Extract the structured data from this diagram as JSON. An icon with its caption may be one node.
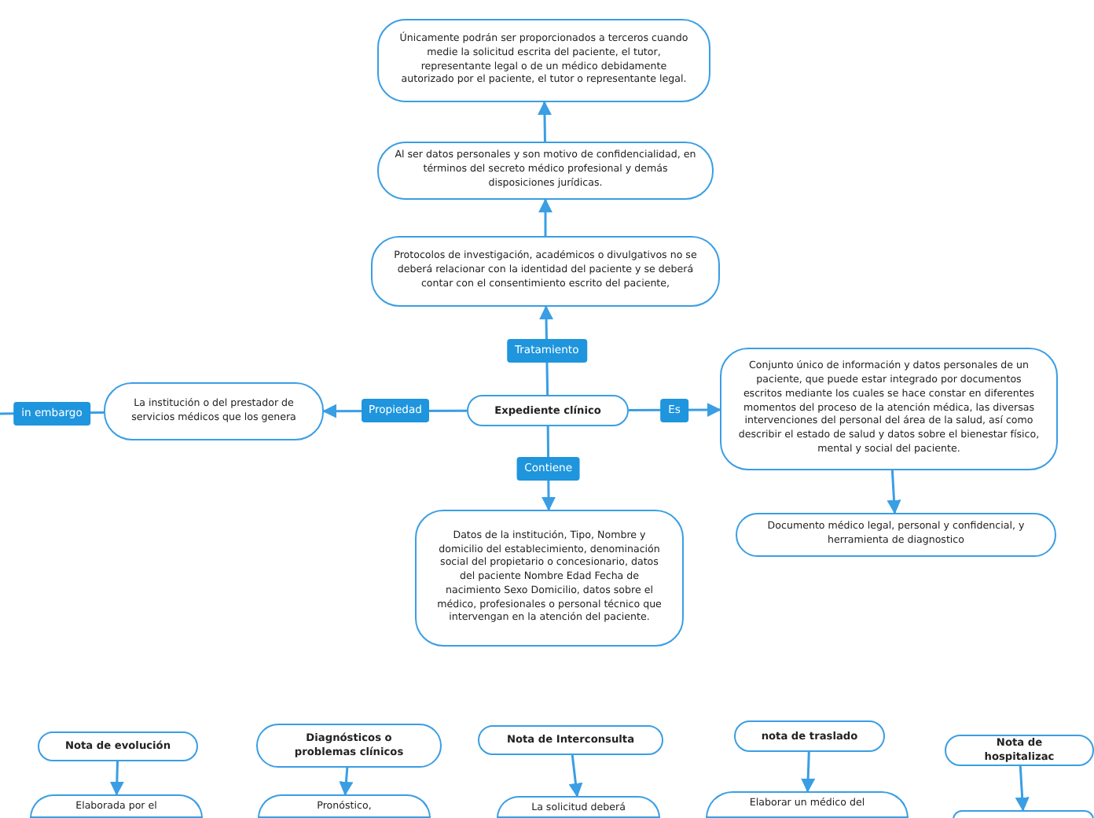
{
  "diagram": {
    "nodes": [
      {
        "text": [
          "Únicamente podrán ser proporcionados a terceros cuando medie la solicitud escrita del paciente, el tutor, representante legal o de un médico debidamente autorizado por el paciente, el tutor o representante legal."
        ]
      },
      {
        "text": [
          "Al ser datos personales y son motivo de confidencialidad, en términos del secreto médico profesional y demás disposiciones jurídicas."
        ]
      },
      {
        "text": [
          "Protocolos de investigación, académicos o divulgativos no se deberá relacionar con la identidad del paciente y se deberá contar con el consentimiento escrito del paciente,"
        ]
      },
      {
        "text": [
          "Expediente clínico"
        ]
      },
      {
        "text": [
          "La institución o del prestador de servicios médicos que los genera"
        ]
      },
      {
        "text": [
          "Conjunto único de información y datos personales de un paciente, que puede estar integrado por documentos escritos mediante los cuales se hace constar en diferentes momentos del proceso de la atención médica, las diversas intervenciones del personal del área de la salud, así como describir el estado de salud y datos sobre el bienestar físico, mental y social del paciente."
        ]
      },
      {
        "text": [
          "Documento médico legal, personal y confidencial, y herramienta de diagnostico"
        ]
      },
      {
        "text": [
          "Datos de la institución, Tipo, Nombre y domicilio del establecimiento, denominación social del propietario o concesionario, datos del paciente Nombre Edad Fecha de nacimiento Sexo Domicilio, datos sobre el médico, profesionales o personal técnico que intervengan en la atención del paciente."
        ]
      },
      {
        "text": [
          "Nota de evolución"
        ]
      },
      {
        "text": [
          "Elaborada por el"
        ]
      },
      {
        "text": [
          "Diagnósticos o problemas clínicos"
        ]
      },
      {
        "text": [
          "Pronóstico,"
        ]
      },
      {
        "text": [
          "Nota de Interconsulta"
        ]
      },
      {
        "text": [
          "La solicitud deberá"
        ]
      },
      {
        "text": [
          "nota de traslado"
        ]
      },
      {
        "text": [
          "Elaborar un médico del"
        ]
      },
      {
        "text": [
          "Nota de hospitalizac"
        ]
      },
      {
        "text": [],
        "shape": "box"
      }
    ],
    "edges": [
      {
        "from": 3,
        "to": 2,
        "arrow": "to",
        "label": "Tratamiento"
      },
      {
        "from": 2,
        "to": 1,
        "arrow": "to"
      },
      {
        "from": 1,
        "to": 0,
        "arrow": "to"
      },
      {
        "from": 3,
        "to": 4,
        "arrow": "to",
        "label": "Propiedad"
      },
      {
        "from": 4,
        "to": null,
        "arrow": "none",
        "label": "in embargo"
      },
      {
        "from": 3,
        "to": 5,
        "arrow": "to",
        "label": "Es"
      },
      {
        "from": 5,
        "to": 6,
        "arrow": "to"
      },
      {
        "from": 3,
        "to": 7,
        "arrow": "to",
        "label": "Contiene"
      },
      {
        "from": 8,
        "to": 9,
        "arrow": "to"
      },
      {
        "from": 10,
        "to": 11,
        "arrow": "to"
      },
      {
        "from": 12,
        "to": 13,
        "arrow": "to"
      },
      {
        "from": 14,
        "to": 15,
        "arrow": "to"
      },
      {
        "from": 16,
        "to": 17,
        "arrow": "to"
      }
    ]
  }
}
